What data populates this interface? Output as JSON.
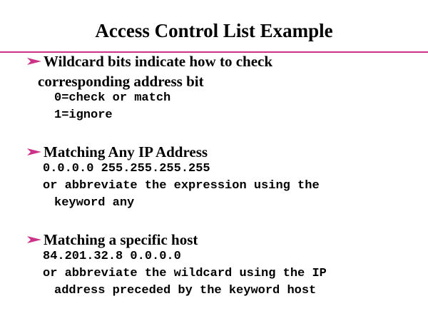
{
  "title": "Access Control List Example",
  "accent_color": "#cc3388",
  "bullets": [
    {
      "heading": [
        "Wildcard bits indicate how to check",
        "corresponding address bit"
      ],
      "lines": [
        "0=check or match",
        "1=ignore"
      ]
    },
    {
      "heading": [
        "Matching Any IP Address"
      ],
      "lines": [
        "0.0.0.0 255.255.255.255",
        "or abbreviate the expression using the",
        "keyword any"
      ]
    },
    {
      "heading": [
        "Matching a specific host"
      ],
      "lines": [
        "84.201.32.8 0.0.0.0",
        "or abbreviate the wildcard using the IP",
        "address preceded by the keyword host"
      ]
    }
  ]
}
